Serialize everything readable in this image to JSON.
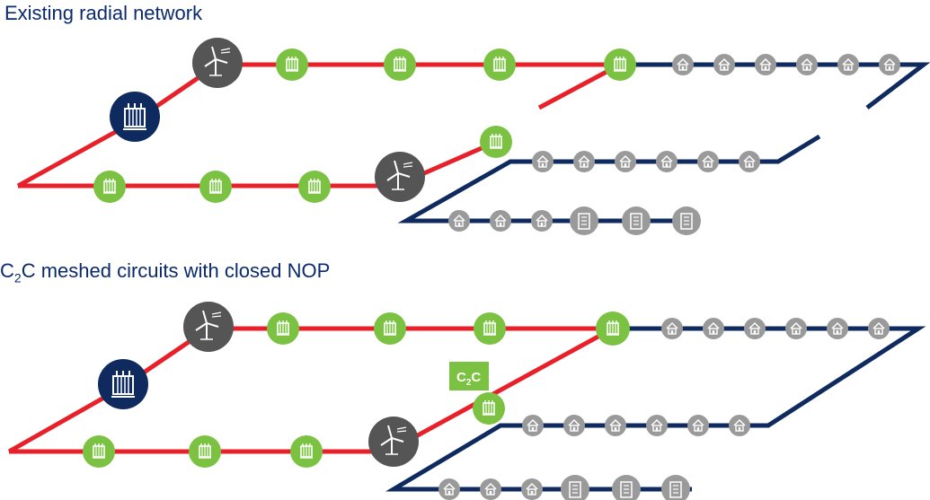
{
  "panels": {
    "top": {
      "title": "Existing radial network"
    },
    "bottom": {
      "title_prefix": "C",
      "title_sub": "2",
      "title_suffix": "C meshed circuits with closed NOP"
    }
  },
  "c2c_label": {
    "prefix": "C",
    "sub": "2",
    "suffix": "C"
  },
  "icons": {
    "primary_substation": "transformer-icon",
    "wind_generator": "wind-turbine-icon",
    "secondary_substation": "transformer-icon",
    "house": "house-icon",
    "building": "building-icon"
  },
  "colors": {
    "feeder_red": "#e8202a",
    "feeder_navy": "#0e2a5e",
    "substation_green": "#7cc242",
    "primary_navy": "#0e2a5e",
    "generator_grey": "#555555",
    "load_grey": "#9a9a9a",
    "title_blue": "#0b2a6e"
  }
}
